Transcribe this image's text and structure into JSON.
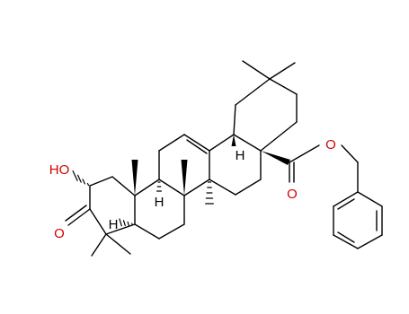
{
  "colors": {
    "bond": "#000000",
    "oxygen": "#d40000",
    "hydrogen": "#000000",
    "background": "#ffffff"
  },
  "labels": {
    "hydroxyl": "HO",
    "ketone_oxygen": "O",
    "ester_ether_oxygen": "O",
    "ester_carbonyl_oxygen": "O",
    "h_c5": "H",
    "h_c9": "H",
    "h_c18": "H"
  }
}
